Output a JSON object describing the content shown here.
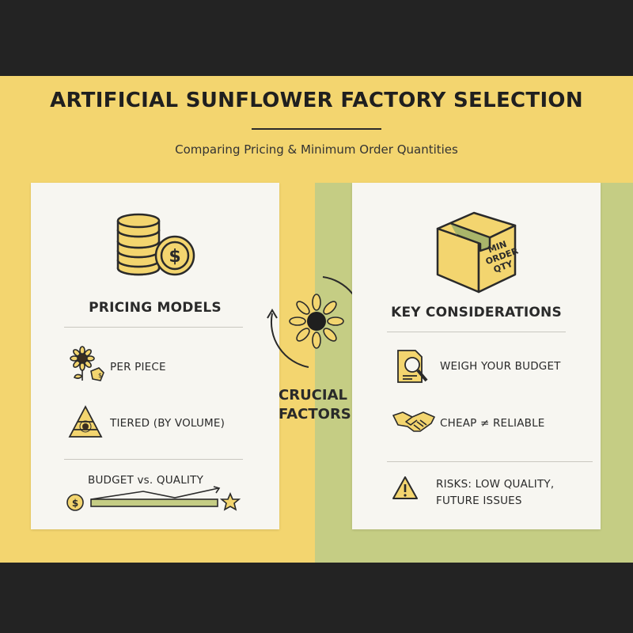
{
  "header": {
    "title": "ARTIFICIAL SUNFLOWER FACTORY SELECTION",
    "subtitle": "Comparing Pricing & Minimum Order Quantities"
  },
  "left_card": {
    "heading": "PRICING MODELS",
    "items": [
      {
        "label": "PER PIECE",
        "icon": "sunflower-price-tag-icon"
      },
      {
        "label": "TIERED (BY VOLUME)",
        "icon": "tier-pyramid-icon"
      }
    ],
    "budget_label": "BUDGET vs. QUALITY",
    "budget_icons": [
      "dollar-coin-icon",
      "star-icon"
    ]
  },
  "center": {
    "line1": "CRUCIAL",
    "line2": "FACTORS",
    "icon": "sunflower-cycle-icon"
  },
  "right_card": {
    "box_text": [
      "MIN",
      "ORDER",
      "QTY"
    ],
    "heading": "KEY CONSIDERATIONS",
    "items": [
      {
        "label": "WEIGH YOUR BUDGET",
        "icon": "document-magnifier-icon"
      },
      {
        "label": "CHEAP ≠ RELIABLE",
        "icon": "handshake-icon"
      },
      {
        "label": "RISKS: LOW QUALITY,",
        "label2": "FUTURE ISSUES",
        "icon": "warning-icon"
      }
    ]
  },
  "colors": {
    "yellow": "#f3d56f",
    "green": "#c5cd84",
    "dark": "#232323",
    "card": "#f7f6f1"
  }
}
